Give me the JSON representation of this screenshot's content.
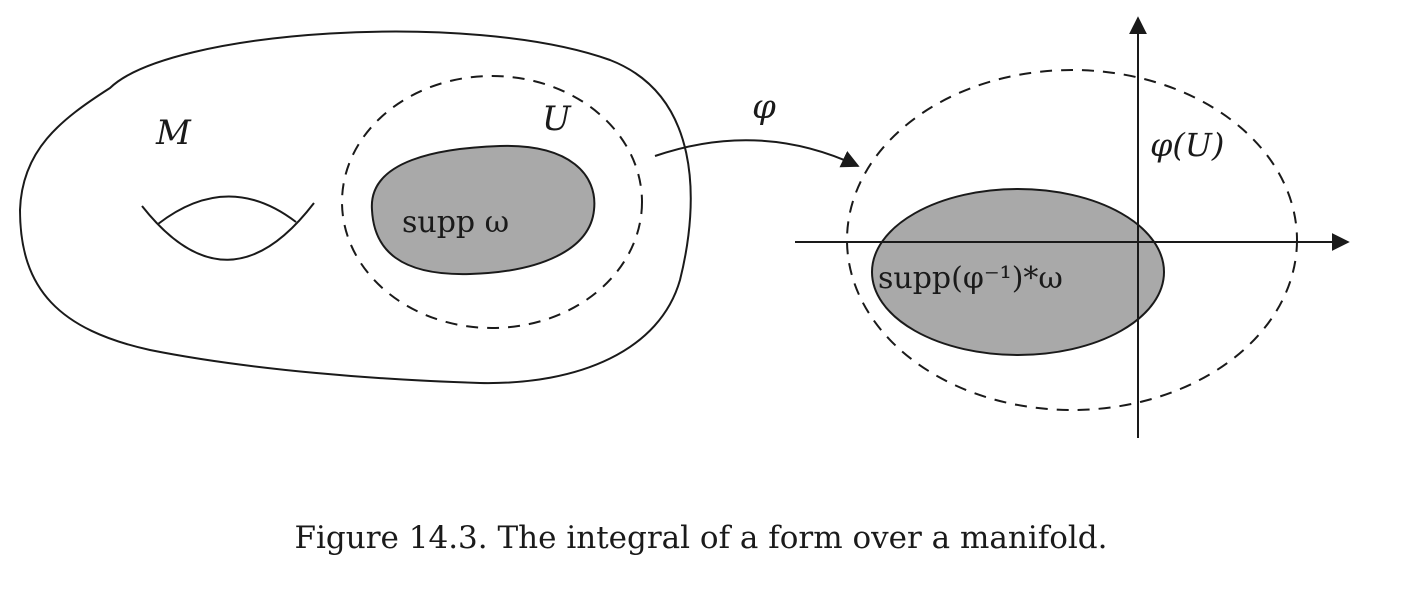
{
  "labels": {
    "manifold": "M",
    "open_set": "U",
    "map": "φ",
    "image_set": "φ(U)",
    "support_left": "supp ω",
    "support_right": "supp(φ⁻¹)*ω"
  },
  "caption": "Figure 14.3. The integral of a form over a manifold.",
  "colors": {
    "ink": "#1a1a1a",
    "support_fill": "#a9a9a9"
  }
}
